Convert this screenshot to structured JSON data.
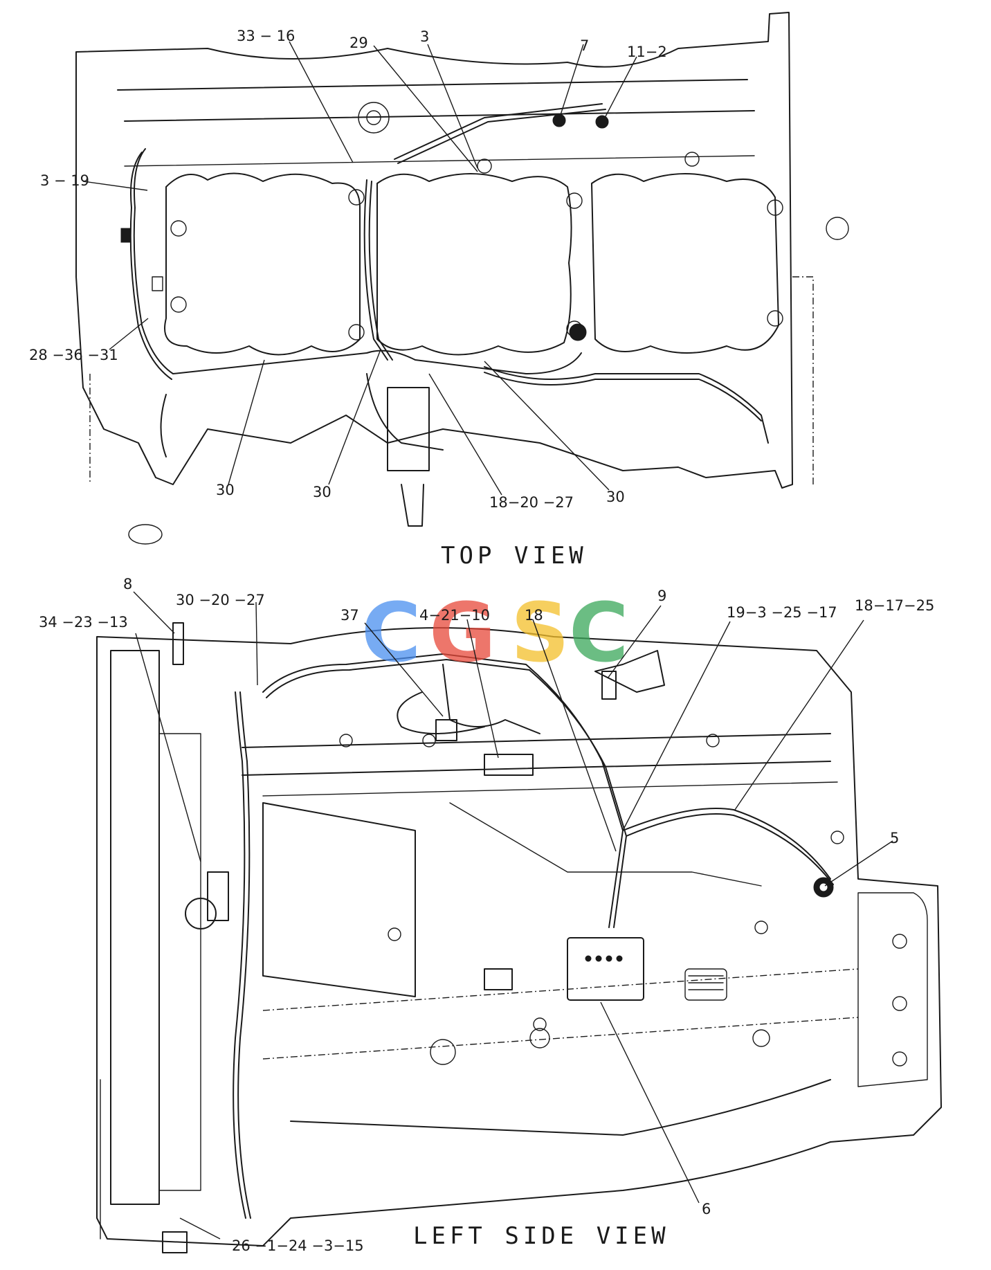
{
  "top_view": {
    "title": "TOP VIEW",
    "callouts": [
      "33 − 16",
      "29",
      "3",
      "7",
      "11−2",
      "3 − 19",
      "28 −36 −31",
      "30",
      "30",
      "30",
      "18−20 −27"
    ]
  },
  "left_side_view": {
    "title": "LEFT SIDE VIEW",
    "callouts": [
      "8",
      "30 −20 −27",
      "34 −23 −13",
      "37",
      "4−21−10",
      "18",
      "9",
      "19−3 −25 −17",
      "18−17−25",
      "5",
      "6",
      "26 −1−24 −3−15"
    ]
  },
  "watermark": {
    "letters": [
      "C",
      "G",
      "S",
      "C"
    ],
    "colors": [
      "#4a8ff0",
      "#e8493a",
      "#f4bf2a",
      "#3aa85a"
    ]
  }
}
